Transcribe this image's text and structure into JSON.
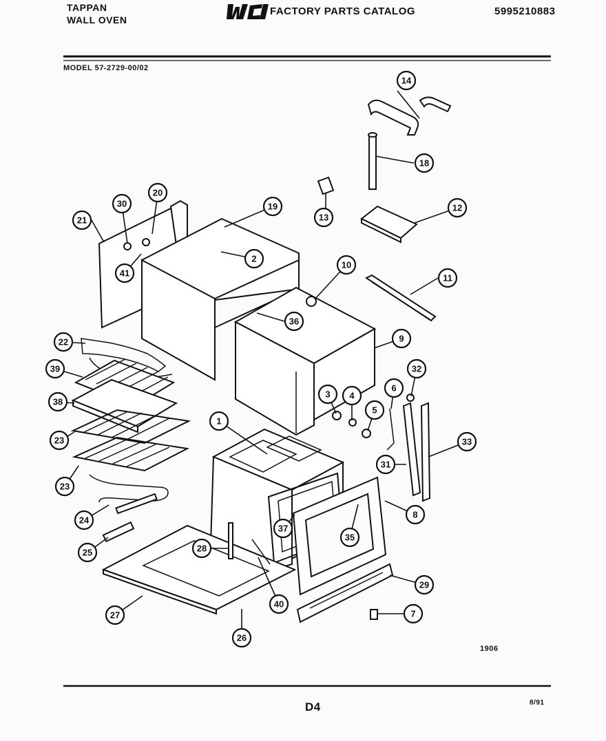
{
  "header": {
    "brand_line1": "TAPPAN",
    "brand_line2": "WALL OVEN",
    "logo_letters": "WCI",
    "catalog_title": "FACTORY PARTS CATALOG",
    "catalog_number": "5995210883"
  },
  "model_label": "MODEL 57-2729-00/02",
  "footer": {
    "figure_code": "1906",
    "page_code": "D4",
    "date_code": "8/91"
  },
  "callouts": [
    "1",
    "2",
    "3",
    "4",
    "5",
    "6",
    "7",
    "8",
    "9",
    "10",
    "11",
    "12",
    "13",
    "14",
    "18",
    "19",
    "20",
    "21",
    "22",
    "23",
    "23",
    "24",
    "25",
    "26",
    "27",
    "28",
    "29",
    "30",
    "31",
    "32",
    "33",
    "35",
    "36",
    "37",
    "38",
    "39",
    "40",
    "41"
  ]
}
